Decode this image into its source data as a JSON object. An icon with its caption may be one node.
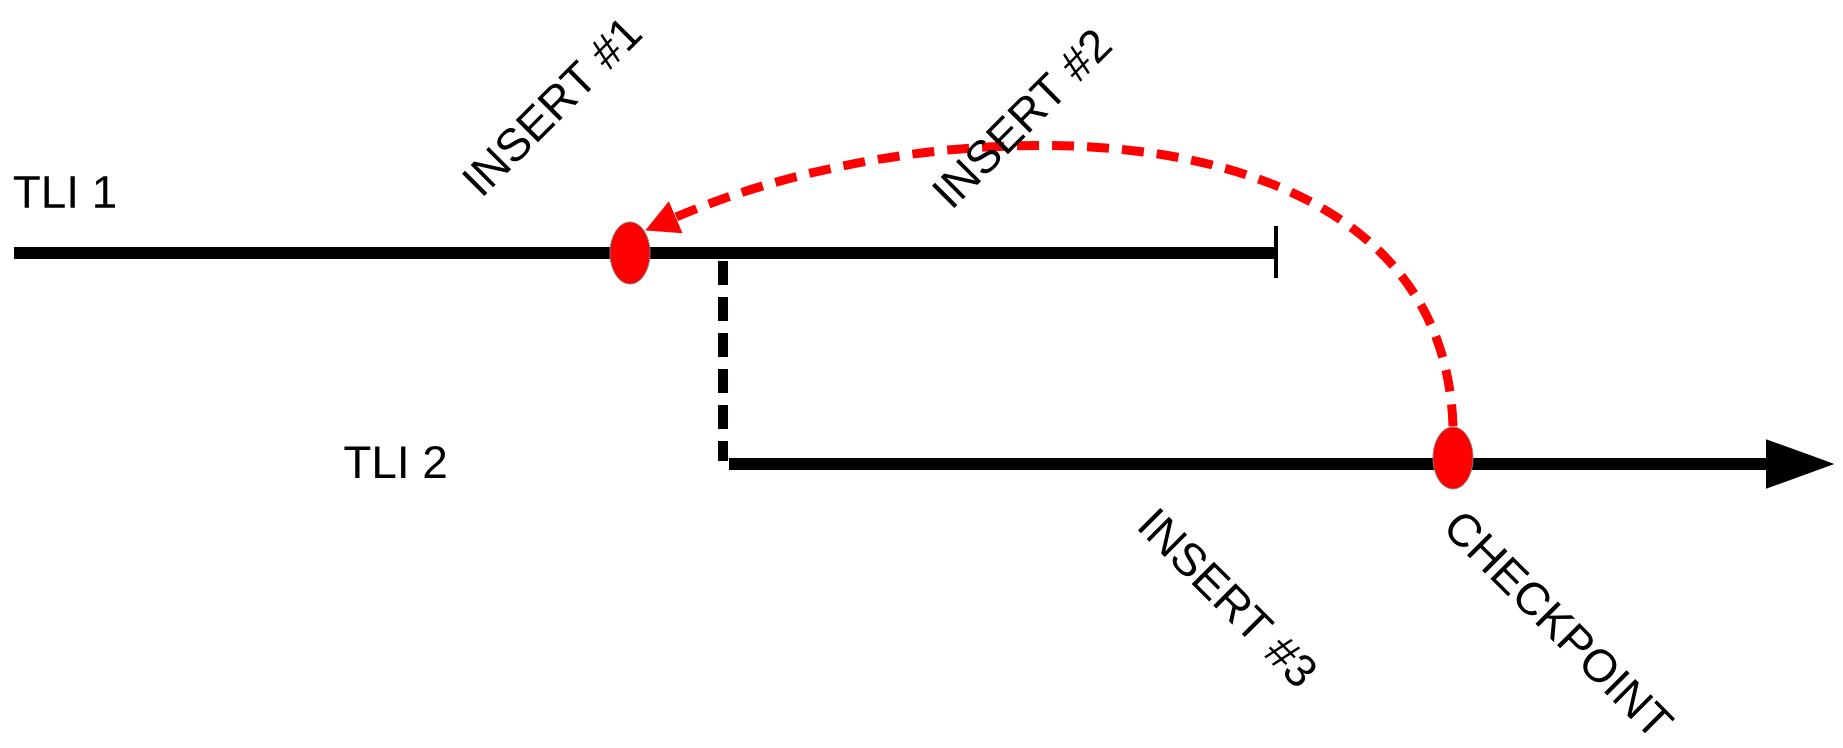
{
  "diagram": {
    "nodes": [
      {
        "text": [],
        "shape": "ellipse",
        "beside": [
          "INSERT #1"
        ]
      },
      {
        "text": [],
        "shape": "ellipse",
        "beside": [
          "CHECKPOINT"
        ]
      }
    ],
    "edges": [
      {
        "from": 1,
        "to": 0,
        "arrow": "to",
        "style": "dashed",
        "color": "#ff0000"
      }
    ],
    "labels": [
      "INSERT #2",
      "TLI 1",
      "TLI 2",
      "INSERT #3"
    ]
  }
}
